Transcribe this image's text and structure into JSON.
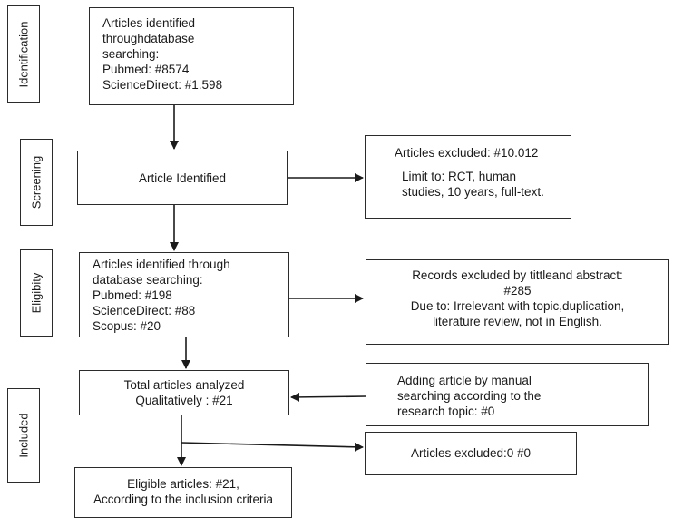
{
  "stages": {
    "identification": "Identification",
    "screening": "Screening",
    "eligibility": "Eligibity",
    "included": "Included"
  },
  "boxes": {
    "identified_db": {
      "line1": "Articles identified",
      "line2": "throughdatabase",
      "line3": "searching:",
      "line4": "Pubmed: #8574",
      "line5": "ScienceDirect: #1.598"
    },
    "article_identified": "Article Identified",
    "excluded_1": {
      "line1": "Articles excluded: #10.012",
      "line2": "Limit to: RCT, human",
      "line3": "studies, 10 years, full-text."
    },
    "identified_db_2": {
      "line1": "Articles identified through",
      "line2": "database searching:",
      "line3": "Pubmed: #198",
      "line4": "ScienceDirect: #88",
      "line5": "Scopus: #20"
    },
    "records_excluded": {
      "line1": "Records excluded by tittleand abstract:",
      "line2": "#285",
      "line3": "Due to: Irrelevant with topic,duplication,",
      "line4": "literature review, not in English."
    },
    "total_analyzed": {
      "line1": "Total articles analyzed",
      "line2": "Qualitatively : #21"
    },
    "manual_search": {
      "line1": "Adding article by manual",
      "line2": "searching according to the",
      "line3": "research topic: #0"
    },
    "excluded_0": "Articles excluded:0 #0",
    "eligible": {
      "line1": "Eligible articles: #21,",
      "line2": "According to the inclusion criteria"
    }
  }
}
